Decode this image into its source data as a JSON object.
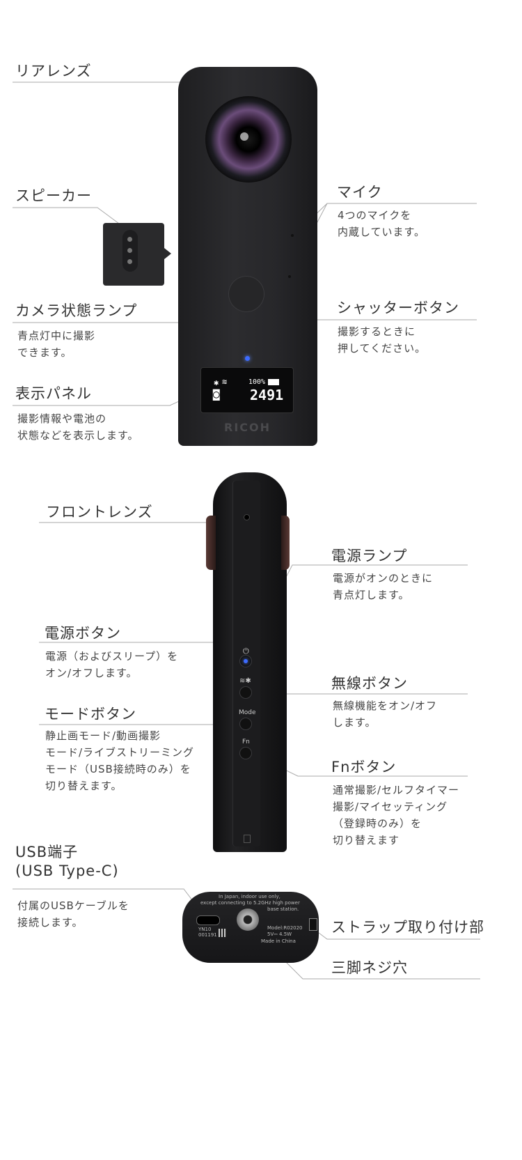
{
  "top": {
    "rear_lens": "リアレンズ",
    "speaker": "スピーカー",
    "status_lamp": {
      "label": "カメラ状態ランプ",
      "desc": "青点灯中に撮影\nできます。"
    },
    "display": {
      "label": "表示パネル",
      "desc": "撮影情報や電池の\n状態などを表示します。"
    },
    "mic": {
      "label": "マイク",
      "desc": "4つのマイクを\n内蔵しています。"
    },
    "shutter": {
      "label": "シャッターボタン",
      "desc": "撮影するときに\n押してください。"
    },
    "oled": {
      "battery": "100%",
      "count": "2491"
    },
    "brand": "RICOH"
  },
  "side": {
    "front_lens": "フロントレンズ",
    "power_lamp": {
      "label": "電源ランプ",
      "desc": "電源がオンのときに\n青点灯します。"
    },
    "power_button": {
      "label": "電源ボタン",
      "desc": "電源（およびスリープ）を\nオン/オフします。"
    },
    "wireless_button": {
      "label": "無線ボタン",
      "desc": "無線機能をオン/オフ\nします。"
    },
    "mode_button": {
      "label": "モードボタン",
      "desc": "静止画モード/動画撮影\nモード/ライブストリーミング\nモード（USB接続時のみ）を\n切り替えます。"
    },
    "fn_button": {
      "label": "Fnボタン",
      "desc": "通常撮影/セルフタイマー\n撮影/マイセッティング\n（登録時のみ）を\n切り替えます"
    },
    "mode_text": "Mode",
    "fn_text": "Fn"
  },
  "bottom": {
    "usb": {
      "label1": "USB端子",
      "label2": "(USB Type-C)",
      "desc": "付属のUSBケーブルを\n接続します。"
    },
    "strap": "ストラップ取り付け部",
    "tripod": "三脚ネジ穴",
    "print1": "In Japan, indoor use only,",
    "print2": "except connecting to 5.2GHz high power",
    "print3": "base station.",
    "model": "Model:R02020",
    "power": "5V⎓ 4.5W",
    "made": "Made in China",
    "yn": "YN10",
    "serial": "001191"
  }
}
